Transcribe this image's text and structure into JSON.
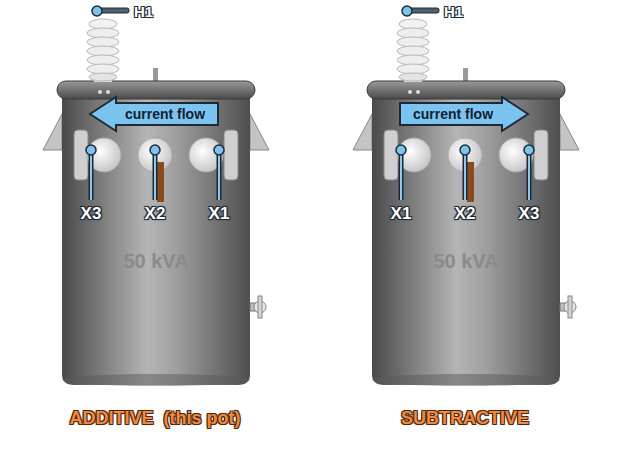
{
  "diagram": {
    "nodes": [
      {
        "text": [
          "50 kVA"
        ]
      },
      {
        "text": [
          "current flow"
        ],
        "in": 0
      },
      {
        "text": [
          "50 kVA"
        ]
      },
      {
        "text": [
          "current flow"
        ],
        "in": 2
      }
    ],
    "labels": [
      "H1",
      "X3",
      "X2",
      "X1",
      "ADDITIVE  (this pot)",
      "H1",
      "X1",
      "X2",
      "X3",
      "SUBTRACTIVE"
    ]
  }
}
